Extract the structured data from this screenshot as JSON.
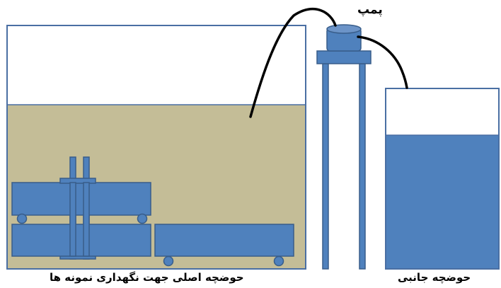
{
  "labels": {
    "pump": "پمپ",
    "main_tank": "حوضچه اصلی جهت نگهداری نمونه ها",
    "side_tank": "حوضچه جانبی"
  },
  "colors": {
    "tank_outline": "#4a6fa3",
    "sediment_fill": "#c4bd97",
    "water_fill": "#4f81bd",
    "equipment_fill": "#4f81bd",
    "equipment_stroke": "#385d8a",
    "pipe": "#000000"
  }
}
